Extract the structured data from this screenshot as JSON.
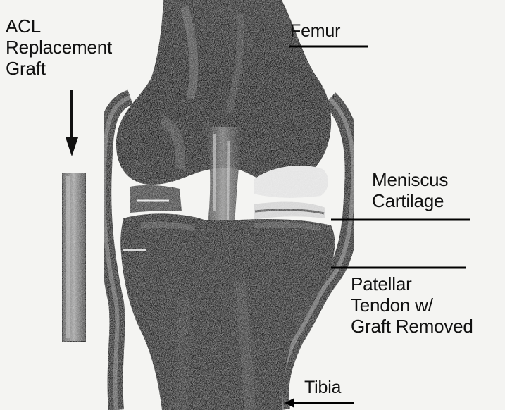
{
  "labels": {
    "acl": [
      "ACL",
      "Replacement",
      "Graft"
    ],
    "femur": "Femur",
    "meniscus": [
      "Meniscus",
      "Cartilage"
    ],
    "patellar": [
      "Patellar",
      "Tendon w/",
      "Graft Removed"
    ],
    "tibia": "Tibia"
  },
  "colors": {
    "background": "#f4f4f2",
    "bone_dark": "#161616",
    "bone_mid": "#3a3a3a",
    "cartilage_light": "#e4e4e4",
    "leader_line": "#000000"
  }
}
